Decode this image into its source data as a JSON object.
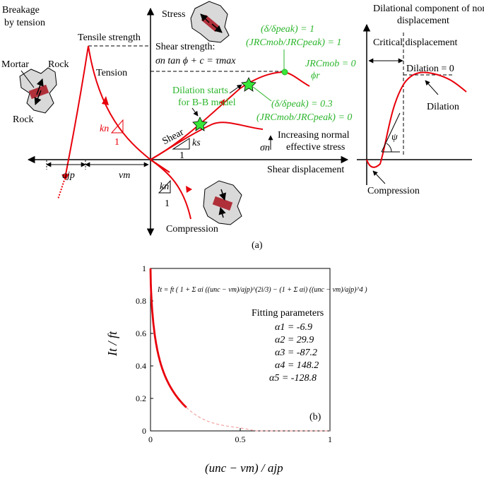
{
  "panel_a": {
    "stress_axis": "Stress",
    "shear_disp_axis": "Shear displacement",
    "breakage_line1": "Breakage",
    "breakage_line2": "by tension",
    "tensile_strength": "Tensile strength",
    "tension": "Tension",
    "shear_strength_line1": "Shear strength:",
    "shear_strength_eq": "σn tan ϕ + c = τmax",
    "mortar": "Mortar",
    "rock_top": "Rock",
    "rock_bottom": "Rock",
    "kn": "kn",
    "one": "1",
    "ks": "ks",
    "shear": "Shear",
    "compression": "Compression",
    "dilation_starts_line1": "Dilation starts",
    "dilation_starts_line2": "for B-B model",
    "ratio_top_line1": "(δ/δpeak) = 1",
    "ratio_top_line2": "(JRCmob/JRCpeak) = 1",
    "jrc_zero": "JRCmob = 0",
    "phi_r": "ϕr",
    "ratio_bottom_line1": "(δ/δpeak) = 0.3",
    "ratio_bottom_line2": "(JRCmob/JRCpeak) = 0",
    "sigma_n": "σn",
    "increasing_line1": "Increasing normal",
    "increasing_line2": "effective stress",
    "ajp": "ajp",
    "vm": "vm",
    "dilational_line1": "Dilational component of normal",
    "dilational_line2": "displacement",
    "critical_disp": "Critical displacement",
    "dilation_zero": "Dilation = 0",
    "dilation": "Dilation",
    "psi": "ψ",
    "compression_right": "Compression",
    "label": "(a)",
    "colors": {
      "curve": "#e8000b",
      "green": "#2bb52b",
      "star": "#39e639"
    }
  },
  "chart_data": {
    "type": "line",
    "label": "(b)",
    "xlabel": "(unc − vm) / ajp",
    "ylabel": "It / ft",
    "xlim": [
      0,
      1
    ],
    "ylim": [
      0,
      1
    ],
    "xticks": [
      "0",
      "0.5",
      "1"
    ],
    "yticks": [
      "0",
      "0.2",
      "0.4",
      "0.6",
      "0.8",
      "1"
    ],
    "equation": "It = ft ( 1 + Σ αi ((unc − vm)/ajp)^(2i/3) − (1 + Σ αi) ((unc − vm)/ajp)^4 )",
    "fitting_title": "Fitting parameters",
    "fitting": [
      "α1 = -6.9",
      "α2 = 29.9",
      "α3 = -87.2",
      "α4 = 148.2",
      "α5 = -128.8"
    ],
    "alphas": [
      -6.9,
      29.9,
      -87.2,
      148.2,
      -128.8
    ],
    "solid_range": [
      0,
      0.2
    ],
    "dashed_range": [
      0.2,
      1
    ],
    "colors": {
      "solid": "#e8000b",
      "dashed": "#f4a3a3"
    }
  }
}
